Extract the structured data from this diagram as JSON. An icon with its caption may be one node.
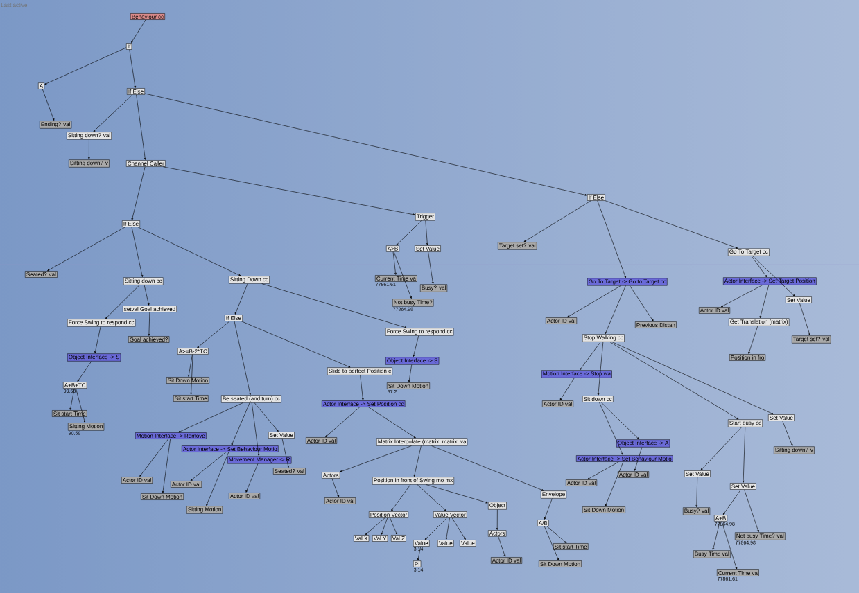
{
  "diagram": {
    "nodes": [
      {
        "text": [
          "Behaviour cc"
        ]
      },
      {
        "text": [
          "If"
        ]
      },
      {
        "text": [
          "A"
        ]
      },
      {
        "text": [
          "If Else"
        ]
      },
      {
        "text": [
          "Ending? val"
        ]
      },
      {
        "text": [
          "Sitting down? val"
        ]
      },
      {
        "text": [
          "Sitting down? v"
        ]
      },
      {
        "text": [
          "Channel Caller"
        ]
      },
      {
        "text": [
          "If Else"
        ]
      },
      {
        "text": [
          "Trigger"
        ]
      },
      {
        "text": [
          "If Else"
        ]
      },
      {
        "text": [
          "A>B"
        ]
      },
      {
        "text": [
          "Set Value"
        ]
      },
      {
        "text": [
          "Target set? val"
        ]
      },
      {
        "text": [
          "Go To Target cc"
        ]
      },
      {
        "text": [
          "Seated? val"
        ]
      },
      {
        "text": [
          "Sitting down cc"
        ]
      },
      {
        "text": [
          "Sitting Down cc"
        ]
      },
      {
        "text": [
          "Current Time va"
        ],
        "beside": [
          "77861.61"
        ]
      },
      {
        "text": [
          "Busy? val"
        ]
      },
      {
        "text": [
          "Go To Target -> Go to Target cc"
        ]
      },
      {
        "text": [
          "Actor Interface -> Set Target Position"
        ]
      },
      {
        "text": [
          "Not busy Time?"
        ],
        "beside": [
          "77864.98"
        ]
      },
      {
        "text": [
          "setval Goal achieved"
        ]
      },
      {
        "text": [
          "Force Swing to respond cc"
        ]
      },
      {
        "text": [
          "Goal achieved?"
        ]
      },
      {
        "text": [
          "If Else"
        ]
      },
      {
        "text": [
          "Force Swing to respond cc"
        ]
      },
      {
        "text": [
          "Actor ID val"
        ]
      },
      {
        "text": [
          "Previous Distan"
        ]
      },
      {
        "text": [
          "Set Value"
        ]
      },
      {
        "text": [
          "Get Translation (matrix)"
        ]
      },
      {
        "text": [
          "Target set? val"
        ]
      },
      {
        "text": [
          "Stop Walking cc"
        ]
      },
      {
        "text": [
          "Position in fro"
        ]
      },
      {
        "text": [
          "Object Interface -> S"
        ]
      },
      {
        "text": [
          "A>=B-2*TC"
        ]
      },
      {
        "text": [
          "Object Interface -> S"
        ]
      },
      {
        "text": [
          "Slide to perfect Position c"
        ]
      },
      {
        "text": [
          "A+B+TC"
        ],
        "beside": [
          "90.58"
        ]
      },
      {
        "text": [
          "Motion Interface -> Stop wa"
        ]
      },
      {
        "text": [
          "Sit Down Motion"
        ]
      },
      {
        "text": [
          "Sit Down Motion"
        ],
        "beside": [
          "57.2"
        ]
      },
      {
        "text": [
          "Sit start Time"
        ]
      },
      {
        "text": [
          "Be seated (and turn) cc"
        ]
      },
      {
        "text": [
          "Actor Interface -> Set Position cc"
        ]
      },
      {
        "text": [
          "Actor ID val"
        ]
      },
      {
        "text": [
          "Sit down cc"
        ]
      },
      {
        "text": [
          "Sit start Time"
        ]
      },
      {
        "text": [
          "Sitting Motion"
        ],
        "beside": [
          "90.58"
        ]
      },
      {
        "text": [
          "Start busy cc"
        ]
      },
      {
        "text": [
          "Set Value"
        ]
      },
      {
        "text": [
          "Motion Interface -> Remove"
        ]
      },
      {
        "text": [
          "Set Value"
        ]
      },
      {
        "text": [
          "Actor Interface -> Set Behaviour Motio"
        ]
      },
      {
        "text": [
          "Actor ID val"
        ]
      },
      {
        "text": [
          "Matrix Interpolate (matrix, matrix, va"
        ]
      },
      {
        "text": [
          "Movement Manager -> R"
        ]
      },
      {
        "text": [
          "Seated? val"
        ]
      },
      {
        "text": [
          "Sitting down? v"
        ]
      },
      {
        "text": [
          "Object Interface -> A"
        ]
      },
      {
        "text": [
          "Actor Interface -> Set Behaviour Motio"
        ]
      },
      {
        "text": [
          "Set Value"
        ]
      },
      {
        "text": [
          "Actor ID val"
        ]
      },
      {
        "text": [
          "Actor ID val"
        ]
      },
      {
        "text": [
          "Actor ID val"
        ]
      },
      {
        "text": [
          "Actor ID val"
        ]
      },
      {
        "text": [
          "Actors"
        ]
      },
      {
        "text": [
          "Position in front of Swing mo mx"
        ]
      },
      {
        "text": [
          "Set Value"
        ]
      },
      {
        "text": [
          "Envelope"
        ]
      },
      {
        "text": [
          "Actor ID val"
        ]
      },
      {
        "text": [
          "Sit Down Motion"
        ]
      },
      {
        "text": [
          "Actor ID val"
        ]
      },
      {
        "text": [
          "Object"
        ]
      },
      {
        "text": [
          "Sitting Motion"
        ]
      },
      {
        "text": [
          "Sit Down Motion"
        ]
      },
      {
        "text": [
          "Busy? val"
        ]
      },
      {
        "text": [
          "A+B"
        ],
        "beside": [
          "77864.98"
        ]
      },
      {
        "text": [
          "Position Vector"
        ]
      },
      {
        "text": [
          "Value Vector"
        ]
      },
      {
        "text": [
          "A/B"
        ]
      },
      {
        "text": [
          "Not busy Time? val"
        ],
        "beside": [
          "77864.98"
        ]
      },
      {
        "text": [
          "Actors"
        ]
      },
      {
        "text": [
          "Val X"
        ]
      },
      {
        "text": [
          "Val Y"
        ]
      },
      {
        "text": [
          "Val Z"
        ]
      },
      {
        "text": [
          "Value"
        ],
        "beside": [
          "3.14"
        ]
      },
      {
        "text": [
          "Value"
        ]
      },
      {
        "text": [
          "Value"
        ]
      },
      {
        "text": [
          "Sit start Time"
        ]
      },
      {
        "text": [
          "Busy Time val"
        ]
      },
      {
        "text": [
          "Actor ID val"
        ]
      },
      {
        "text": [
          "Sit Down Motion"
        ]
      },
      {
        "text": [
          "PI"
        ],
        "beside": [
          "3.14"
        ]
      },
      {
        "text": [
          "Current Time va"
        ],
        "beside": [
          "77861.61"
        ]
      },
      {
        "text": [
          "Actor ID val"
        ]
      }
    ],
    "edges": [
      {
        "from": 0,
        "to": 1,
        "arrow": "to"
      },
      {
        "from": 1,
        "to": 2,
        "arrow": "to"
      },
      {
        "from": 1,
        "to": 3,
        "arrow": "to"
      },
      {
        "from": 2,
        "to": 4,
        "arrow": "to"
      },
      {
        "from": 3,
        "to": 5,
        "arrow": "to"
      },
      {
        "from": 3,
        "to": 7,
        "arrow": "to"
      },
      {
        "from": 3,
        "to": 10,
        "arrow": "to"
      },
      {
        "from": 5,
        "to": 6,
        "arrow": "to"
      },
      {
        "from": 7,
        "to": 8,
        "arrow": "to"
      },
      {
        "from": 7,
        "to": 9,
        "arrow": "to"
      },
      {
        "from": 9,
        "to": 11,
        "arrow": "to"
      },
      {
        "from": 9,
        "to": 12,
        "arrow": "to"
      },
      {
        "from": 11,
        "to": 18,
        "arrow": "to"
      },
      {
        "from": 11,
        "to": 22,
        "arrow": "to"
      },
      {
        "from": 12,
        "to": 19,
        "arrow": "to"
      },
      {
        "from": 10,
        "to": 13,
        "arrow": "to"
      },
      {
        "from": 10,
        "to": 20,
        "arrow": "to"
      },
      {
        "from": 10,
        "to": 14,
        "arrow": "to"
      },
      {
        "from": 8,
        "to": 15,
        "arrow": "to"
      },
      {
        "from": 8,
        "to": 16,
        "arrow": "to"
      },
      {
        "from": 8,
        "to": 17,
        "arrow": "to"
      },
      {
        "from": 16,
        "to": 24,
        "arrow": "to"
      },
      {
        "from": 16,
        "to": 23,
        "arrow": "to"
      },
      {
        "from": 23,
        "to": 25,
        "arrow": "to"
      },
      {
        "from": 24,
        "to": 35,
        "arrow": "to"
      },
      {
        "from": 35,
        "to": 39,
        "arrow": "to"
      },
      {
        "from": 39,
        "to": 48,
        "arrow": "to"
      },
      {
        "from": 39,
        "to": 49,
        "arrow": "to"
      },
      {
        "from": 17,
        "to": 26,
        "arrow": "to"
      },
      {
        "from": 17,
        "to": 27,
        "arrow": "to"
      },
      {
        "from": 26,
        "to": 36,
        "arrow": "to"
      },
      {
        "from": 26,
        "to": 44,
        "arrow": "to"
      },
      {
        "from": 26,
        "to": 38,
        "arrow": "to"
      },
      {
        "from": 36,
        "to": 41,
        "arrow": "to"
      },
      {
        "from": 36,
        "to": 43,
        "arrow": "to"
      },
      {
        "from": 27,
        "to": 37,
        "arrow": "to"
      },
      {
        "from": 37,
        "to": 42,
        "arrow": "to"
      },
      {
        "from": 38,
        "to": 45,
        "arrow": "to"
      },
      {
        "from": 45,
        "to": 55,
        "arrow": "to"
      },
      {
        "from": 45,
        "to": 56,
        "arrow": "to"
      },
      {
        "from": 44,
        "to": 52,
        "arrow": "to"
      },
      {
        "from": 44,
        "to": 54,
        "arrow": "to"
      },
      {
        "from": 44,
        "to": 57,
        "arrow": "to"
      },
      {
        "from": 44,
        "to": 53,
        "arrow": "to"
      },
      {
        "from": 52,
        "to": 63,
        "arrow": "to"
      },
      {
        "from": 52,
        "to": 72,
        "arrow": "to"
      },
      {
        "from": 54,
        "to": 64,
        "arrow": "to"
      },
      {
        "from": 54,
        "to": 75,
        "arrow": "to"
      },
      {
        "from": 57,
        "to": 71,
        "arrow": "to"
      },
      {
        "from": 53,
        "to": 58,
        "arrow": "to"
      },
      {
        "from": 56,
        "to": 67,
        "arrow": "to"
      },
      {
        "from": 56,
        "to": 68,
        "arrow": "to"
      },
      {
        "from": 56,
        "to": 70,
        "arrow": "to"
      },
      {
        "from": 67,
        "to": 73,
        "arrow": "to"
      },
      {
        "from": 68,
        "to": 79,
        "arrow": "to"
      },
      {
        "from": 68,
        "to": 80,
        "arrow": "to"
      },
      {
        "from": 68,
        "to": 74,
        "arrow": "to"
      },
      {
        "from": 79,
        "to": 84,
        "arrow": "to"
      },
      {
        "from": 79,
        "to": 85,
        "arrow": "to"
      },
      {
        "from": 79,
        "to": 86,
        "arrow": "to"
      },
      {
        "from": 80,
        "to": 87,
        "arrow": "to"
      },
      {
        "from": 80,
        "to": 88,
        "arrow": "to"
      },
      {
        "from": 80,
        "to": 89,
        "arrow": "to"
      },
      {
        "from": 87,
        "to": 94,
        "arrow": "to"
      },
      {
        "from": 74,
        "to": 83,
        "arrow": "to"
      },
      {
        "from": 83,
        "to": 92,
        "arrow": "to"
      },
      {
        "from": 70,
        "to": 81,
        "arrow": "to"
      },
      {
        "from": 81,
        "to": 90,
        "arrow": "to"
      },
      {
        "from": 81,
        "to": 93,
        "arrow": "to"
      },
      {
        "from": 20,
        "to": 28,
        "arrow": "to"
      },
      {
        "from": 20,
        "to": 33,
        "arrow": "to"
      },
      {
        "from": 20,
        "to": 29,
        "arrow": "to"
      },
      {
        "from": 14,
        "to": 21,
        "arrow": "to"
      },
      {
        "from": 14,
        "to": 30,
        "arrow": "to"
      },
      {
        "from": 21,
        "to": 96,
        "arrow": "to"
      },
      {
        "from": 21,
        "to": 31,
        "arrow": "to"
      },
      {
        "from": 31,
        "to": 34,
        "arrow": "to"
      },
      {
        "from": 30,
        "to": 32,
        "arrow": "to"
      },
      {
        "from": 33,
        "to": 40,
        "arrow": "to"
      },
      {
        "from": 33,
        "to": 47,
        "arrow": "to"
      },
      {
        "from": 33,
        "to": 50,
        "arrow": "to"
      },
      {
        "from": 33,
        "to": 51,
        "arrow": "to"
      },
      {
        "from": 40,
        "to": 46,
        "arrow": "to"
      },
      {
        "from": 47,
        "to": 61,
        "arrow": "to"
      },
      {
        "from": 47,
        "to": 60,
        "arrow": "to"
      },
      {
        "from": 61,
        "to": 65,
        "arrow": "to"
      },
      {
        "from": 61,
        "to": 76,
        "arrow": "to"
      },
      {
        "from": 60,
        "to": 66,
        "arrow": "to"
      },
      {
        "from": 50,
        "to": 62,
        "arrow": "to"
      },
      {
        "from": 50,
        "to": 69,
        "arrow": "to"
      },
      {
        "from": 62,
        "to": 77,
        "arrow": "to"
      },
      {
        "from": 69,
        "to": 78,
        "arrow": "to"
      },
      {
        "from": 69,
        "to": 82,
        "arrow": "to"
      },
      {
        "from": 78,
        "to": 91,
        "arrow": "to"
      },
      {
        "from": 78,
        "to": 95,
        "arrow": "to"
      },
      {
        "from": 51,
        "to": 59,
        "arrow": "to"
      }
    ],
    "labels": [
      "Last active"
    ]
  }
}
